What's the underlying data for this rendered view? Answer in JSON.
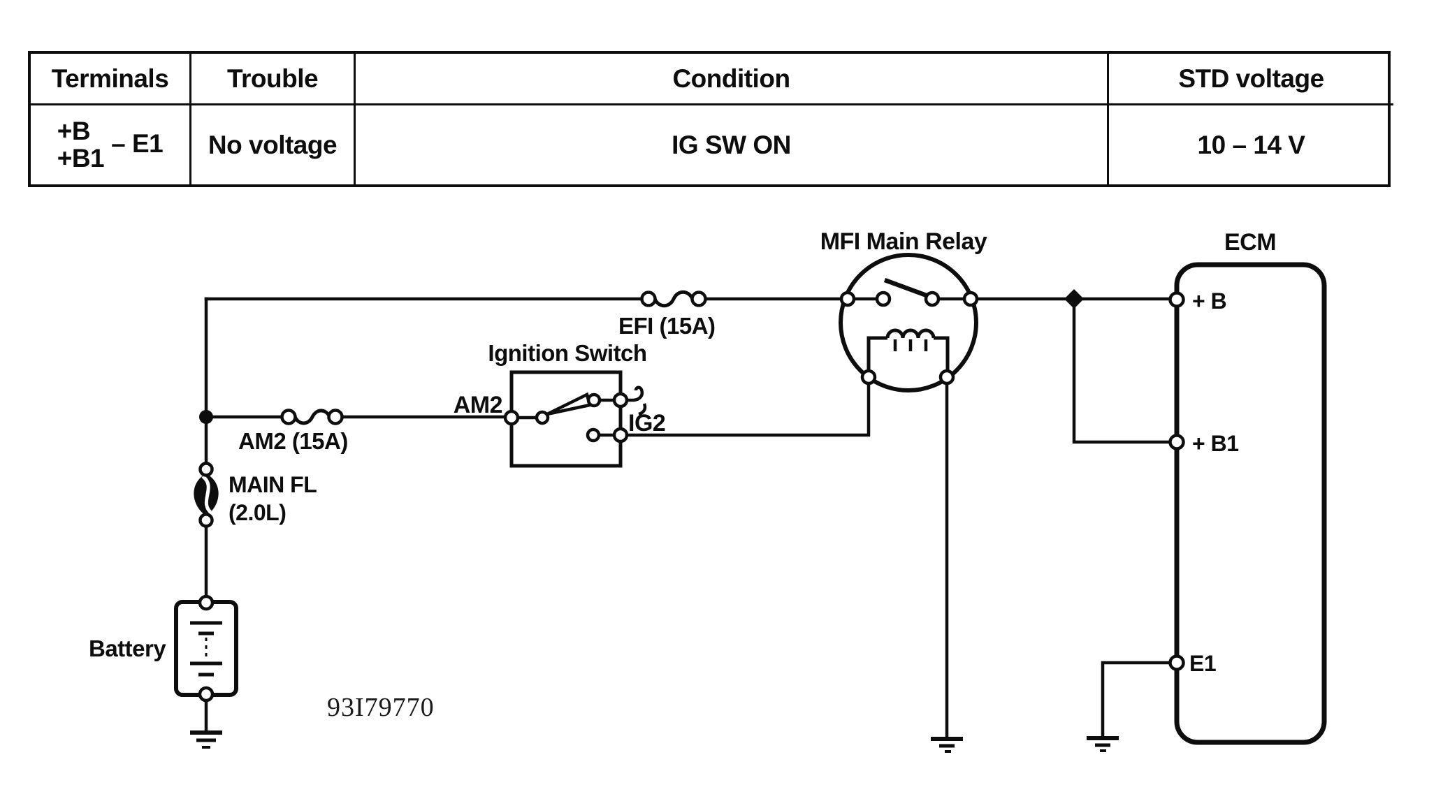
{
  "table": {
    "headers": [
      "Terminals",
      "Trouble",
      "Condition",
      "STD voltage"
    ],
    "row": {
      "terminal_top": "+B",
      "terminal_bottom": "+B1",
      "terminal_ref": "– E1",
      "trouble": "No voltage",
      "condition": "IG SW ON",
      "std_voltage": "10 – 14 V"
    }
  },
  "diagram": {
    "labels": {
      "mfi_main_relay": "MFI Main Relay",
      "ecm": "ECM",
      "efi_fuse": "EFI (15A)",
      "ignition_switch": "Ignition Switch",
      "am2_terminal": "AM2",
      "ig2_terminal": "IG2",
      "am2_fuse": "AM2 (15A)",
      "main_fl_line1": "MAIN FL",
      "main_fl_line2": "(2.0L)",
      "battery": "Battery",
      "ecm_terminal_b": "+ B",
      "ecm_terminal_b1": "+ B1",
      "ecm_terminal_e1": "E1",
      "figure_code": "93I79770"
    },
    "colors": {
      "ink": "#0d0d0d",
      "paper": "#ffffff"
    }
  }
}
